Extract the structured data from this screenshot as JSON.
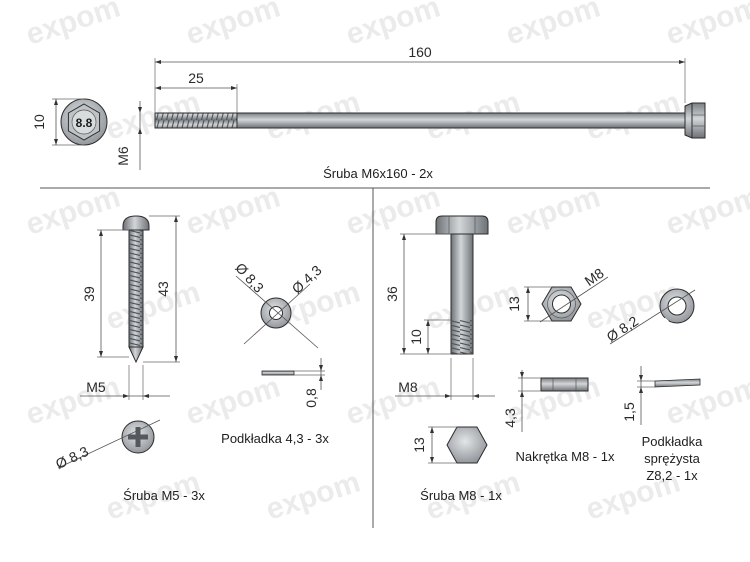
{
  "watermark": {
    "text": "expom",
    "color": "#ebebeb"
  },
  "colors": {
    "steel_light": "#c9ccce",
    "steel_dark": "#70757a",
    "divider": "#555555",
    "dimension": "#333333"
  },
  "panels": {
    "top": {
      "caption": "Śruba M6x160 - 2x",
      "dims": {
        "length": "160",
        "thread_length": "25",
        "head_height": "10",
        "thread_diameter": "M6"
      },
      "head_marking": "8.8"
    },
    "m5": {
      "caption": "Śruba M5 - 3x",
      "dims": {
        "thread_length": "39",
        "total_length": "43",
        "thread_diameter": "M5",
        "head_diameter": "Ø 8,3"
      }
    },
    "washer": {
      "caption": "Podkładka 4,3 - 3x",
      "dims": {
        "outer_diameter": "Ø 8,3",
        "inner_diameter": "Ø 4,3",
        "thickness": "0,8"
      }
    },
    "m8": {
      "caption": "Śruba M8 - 1x",
      "dims": {
        "length": "36",
        "thread_length": "10",
        "thread_diameter": "M8",
        "head_width": "13"
      }
    },
    "nut": {
      "caption": "Nakrętka M8 - 1x",
      "dims": {
        "width": "13",
        "thread": "M8",
        "height": "4,3"
      }
    },
    "spring_washer": {
      "caption_lines": [
        "Podkładka",
        "sprężysta",
        "Z8,2 - 1x"
      ],
      "dims": {
        "diameter": "Ø 8,2",
        "thickness": "1,5"
      }
    }
  }
}
